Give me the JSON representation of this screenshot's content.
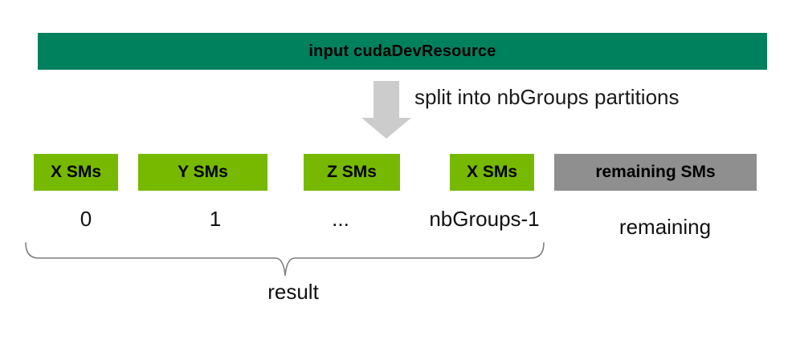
{
  "diagram": {
    "input_bar": {
      "label": "input cudaDevResource"
    },
    "split_annotation": "split into nbGroups partitions",
    "partitions": [
      {
        "label": "X SMs",
        "index": "0",
        "kind": "result-partition"
      },
      {
        "label": "Y SMs",
        "index": "1",
        "kind": "result-partition"
      },
      {
        "label": "Z SMs",
        "index": "...",
        "kind": "result-partition"
      },
      {
        "label": "X SMs",
        "index": "nbGroups-1",
        "kind": "result-partition"
      },
      {
        "label": "remaining SMs",
        "index": "remaining",
        "kind": "remaining-partition"
      }
    ],
    "brace_label": "result",
    "colors": {
      "input_bar_teal": "#00815E",
      "partition_green": "#76B900",
      "partition_gray": "#8F8F8F",
      "arrow_gray": "#CCCCCC",
      "brace_gray": "#7F7F7F"
    }
  }
}
